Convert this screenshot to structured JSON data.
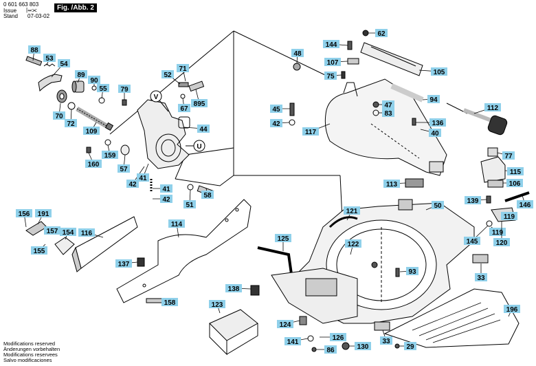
{
  "header": {
    "doc_number": "0 601 663 803",
    "issue_label": "Issue",
    "stand_label": "Stand",
    "date": "07-03-02",
    "figure_label": "Fig. /Abb. 2"
  },
  "footer": {
    "lines": [
      "Modifications reserved",
      "Änderungen vorbehalten",
      "Modifications reservees",
      "Salvo modificaciones"
    ]
  },
  "colors": {
    "label_fill": "#8fd0ea",
    "line": "#000000"
  },
  "part_labels": [
    {
      "id": "88",
      "text": "88"
    },
    {
      "id": "53",
      "text": "53"
    },
    {
      "id": "54",
      "text": "54"
    },
    {
      "id": "89",
      "text": "89"
    },
    {
      "id": "90",
      "text": "90"
    },
    {
      "id": "55",
      "text": "55"
    },
    {
      "id": "52",
      "text": "52"
    },
    {
      "id": "71",
      "text": "71"
    },
    {
      "id": "79",
      "text": "79"
    },
    {
      "id": "67",
      "text": "67"
    },
    {
      "id": "895",
      "text": "895"
    },
    {
      "id": "70",
      "text": "70"
    },
    {
      "id": "72",
      "text": "72"
    },
    {
      "id": "109",
      "text": "109"
    },
    {
      "id": "44",
      "text": "44"
    },
    {
      "id": "159",
      "text": "159"
    },
    {
      "id": "160",
      "text": "160"
    },
    {
      "id": "57",
      "text": "57"
    },
    {
      "id": "42a",
      "text": "42"
    },
    {
      "id": "41a",
      "text": "41"
    },
    {
      "id": "41b",
      "text": "41"
    },
    {
      "id": "42b",
      "text": "42"
    },
    {
      "id": "51",
      "text": "51"
    },
    {
      "id": "58",
      "text": "58"
    },
    {
      "id": "62",
      "text": "62"
    },
    {
      "id": "144",
      "text": "144"
    },
    {
      "id": "48",
      "text": "48"
    },
    {
      "id": "107",
      "text": "107"
    },
    {
      "id": "75",
      "text": "75"
    },
    {
      "id": "105",
      "text": "105"
    },
    {
      "id": "94",
      "text": "94"
    },
    {
      "id": "45",
      "text": "45"
    },
    {
      "id": "47",
      "text": "47"
    },
    {
      "id": "83",
      "text": "83"
    },
    {
      "id": "42c",
      "text": "42"
    },
    {
      "id": "117",
      "text": "117"
    },
    {
      "id": "136",
      "text": "136"
    },
    {
      "id": "40",
      "text": "40"
    },
    {
      "id": "112",
      "text": "112"
    },
    {
      "id": "77",
      "text": "77"
    },
    {
      "id": "115",
      "text": "115"
    },
    {
      "id": "106",
      "text": "106"
    },
    {
      "id": "113",
      "text": "113"
    },
    {
      "id": "50",
      "text": "50"
    },
    {
      "id": "139",
      "text": "139"
    },
    {
      "id": "146",
      "text": "146"
    },
    {
      "id": "119a",
      "text": "119"
    },
    {
      "id": "119b",
      "text": "119"
    },
    {
      "id": "145",
      "text": "145"
    },
    {
      "id": "120",
      "text": "120"
    },
    {
      "id": "156",
      "text": "156"
    },
    {
      "id": "191",
      "text": "191"
    },
    {
      "id": "157",
      "text": "157"
    },
    {
      "id": "154",
      "text": "154"
    },
    {
      "id": "155",
      "text": "155"
    },
    {
      "id": "116",
      "text": "116"
    },
    {
      "id": "114",
      "text": "114"
    },
    {
      "id": "121",
      "text": "121"
    },
    {
      "id": "125",
      "text": "125"
    },
    {
      "id": "122",
      "text": "122"
    },
    {
      "id": "93",
      "text": "93"
    },
    {
      "id": "33a",
      "text": "33"
    },
    {
      "id": "137",
      "text": "137"
    },
    {
      "id": "158",
      "text": "158"
    },
    {
      "id": "138",
      "text": "138"
    },
    {
      "id": "123",
      "text": "123"
    },
    {
      "id": "124",
      "text": "124"
    },
    {
      "id": "196",
      "text": "196"
    },
    {
      "id": "126",
      "text": "126"
    },
    {
      "id": "141",
      "text": "141"
    },
    {
      "id": "86",
      "text": "86"
    },
    {
      "id": "130",
      "text": "130"
    },
    {
      "id": "33b",
      "text": "33"
    },
    {
      "id": "29",
      "text": "29"
    }
  ],
  "circle_labels": [
    {
      "id": "V",
      "text": "V"
    },
    {
      "id": "U",
      "text": "U"
    }
  ]
}
